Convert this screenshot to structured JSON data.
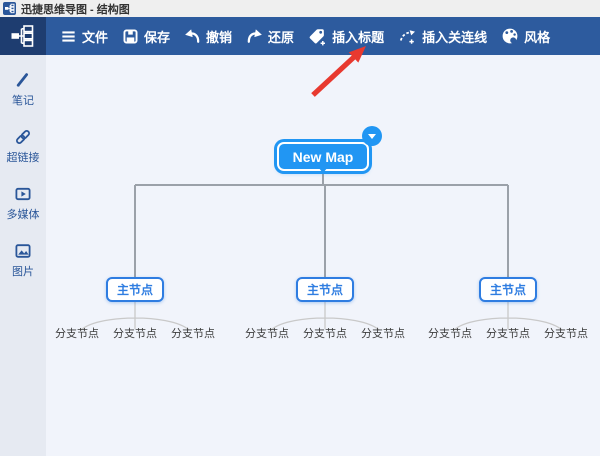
{
  "window": {
    "title": "迅捷思维导图 - 结构图"
  },
  "toolbar": {
    "file": "文件",
    "save": "保存",
    "undo": "撤销",
    "redo": "还原",
    "insert_title": "插入标题",
    "insert_relation": "插入关连线",
    "style": "风格"
  },
  "sidebar": {
    "items": [
      {
        "label": "笔记",
        "icon": "pencil-icon"
      },
      {
        "label": "超链接",
        "icon": "link-icon"
      },
      {
        "label": "多媒体",
        "icon": "media-icon"
      },
      {
        "label": "图片",
        "icon": "image-icon"
      }
    ]
  },
  "mindmap": {
    "root_label": "New Map",
    "main_nodes": [
      {
        "label": "主节点",
        "children": [
          "分支节点",
          "分支节点",
          "分支节点"
        ]
      },
      {
        "label": "主节点",
        "children": [
          "分支节点",
          "分支节点",
          "分支节点"
        ]
      },
      {
        "label": "主节点",
        "children": [
          "分支节点",
          "分支节点",
          "分支节点"
        ]
      }
    ]
  },
  "colors": {
    "toolbar_bg": "#2d5b9e",
    "logo_bg": "#1e3d70",
    "accent_blue": "#2196f3",
    "node_border_blue": "#2f7de1",
    "canvas_bg": "#f1f4fb",
    "sidebar_bg": "#e6eaf2",
    "connector_gray": "#9ba1a9",
    "annotation_arrow_red": "#e8392f"
  }
}
